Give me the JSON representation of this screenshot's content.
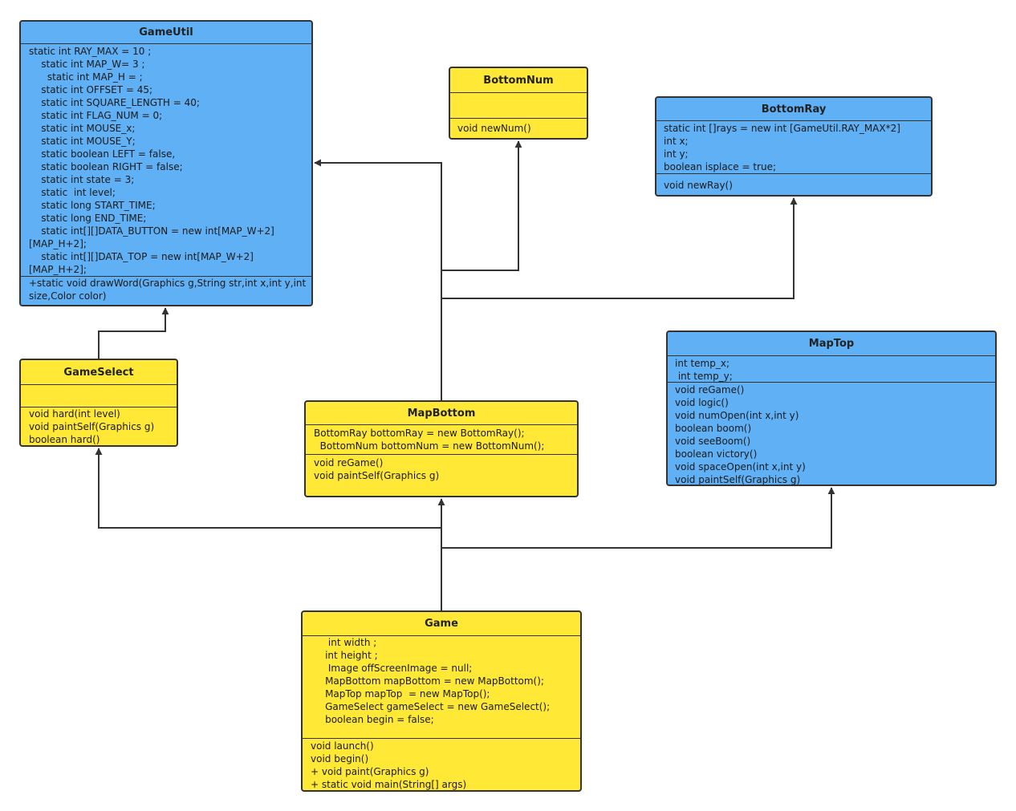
{
  "colors": {
    "blue": "#5fb0f5",
    "yellow": "#ffe936",
    "border": "#333333",
    "connector": "#333333"
  },
  "classes": {
    "gameutil": {
      "name": "GameUtil",
      "attributes": [
        "static int RAY_MAX = 10 ;",
        "    static int MAP_W= 3 ;",
        "      static int MAP_H = ;",
        "    static int OFFSET = 45;",
        "    static int SQUARE_LENGTH = 40;",
        "    static int FLAG_NUM = 0;",
        "    static int MOUSE_x;",
        "    static int MOUSE_Y;",
        "    static boolean LEFT = false,",
        "    static boolean RIGHT = false;",
        "    static int state = 3;",
        "    static  int level;",
        "    static long START_TIME;",
        "    static long END_TIME;",
        "    static int[][]DATA_BUTTON = new int[MAP_W+2]",
        "[MAP_H+2];",
        "    static int[][]DATA_TOP = new int[MAP_W+2]",
        "[MAP_H+2];"
      ],
      "methods": [
        "+static void drawWord(Graphics g,String str,int x,int y,int size,Color color)"
      ]
    },
    "bottomnum": {
      "name": "BottomNum",
      "attributes": [],
      "methods": [
        "void newNum()"
      ]
    },
    "bottomray": {
      "name": "BottomRay",
      "attributes": [
        "static int []rays = new int [GameUtil.RAY_MAX*2]",
        "int x;",
        "int y;",
        "boolean isplace = true;"
      ],
      "methods": [
        "void newRay()"
      ]
    },
    "maptop": {
      "name": "MapTop",
      "attributes": [
        "int temp_x;",
        " int temp_y;"
      ],
      "methods": [
        "void reGame()",
        "void logic()",
        "void numOpen(int x,int y)",
        "boolean boom()",
        "void seeBoom()",
        "boolean victory()",
        "void spaceOpen(int x,int y)",
        "void paintSelf(Graphics g)"
      ]
    },
    "gameselect": {
      "name": "GameSelect",
      "attributes": [],
      "methods": [
        "void hard(int level)",
        "void paintSelf(Graphics g)",
        "boolean hard()"
      ]
    },
    "mapbottom": {
      "name": "MapBottom",
      "attributes": [
        "BottomRay bottomRay = new BottomRay();",
        "  BottomNum bottomNum = new BottomNum();"
      ],
      "methods": [
        "void reGame()",
        "void paintSelf(Graphics g)"
      ]
    },
    "game": {
      "name": "Game",
      "attributes": [
        "      int width ;",
        "     int height ;",
        "      Image offScreenImage = null;",
        "     MapBottom mapBottom = new MapBottom();",
        "     MapTop mapTop  = new MapTop();",
        "     GameSelect gameSelect = new GameSelect();",
        "     boolean begin = false;"
      ],
      "methods": [
        "void launch()",
        "void begin()",
        "+ void paint(Graphics g)",
        "+ static void main(String[] args)"
      ]
    }
  }
}
